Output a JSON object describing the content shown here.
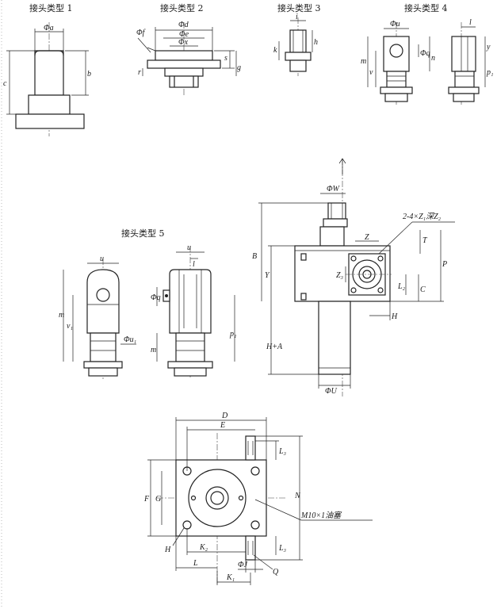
{
  "titles": {
    "type1": "接头类型 1",
    "type2": "接头类型 2",
    "type3": "接头类型 3",
    "type4": "接头类型 4",
    "type5": "接头类型 5"
  },
  "dims": {
    "t1": {
      "a": "Φa",
      "b": "b",
      "c": "c"
    },
    "t2": {
      "f": "Φf",
      "d": "Φd",
      "e": "Φe",
      "x": "Φx",
      "s": "s",
      "g": "g",
      "r": "r"
    },
    "t3": {
      "i": "i",
      "h": "h",
      "k": "k"
    },
    "t4": {
      "u": "Φu",
      "l": "l",
      "q": "Φq",
      "m": "m",
      "v": "v",
      "n": "n",
      "y": "y",
      "p": "p₁"
    },
    "t5": {
      "u": "u",
      "l": "l",
      "m": "m",
      "v": "v₁",
      "u1": "Φu₁",
      "q": "Φq",
      "p": "p₁",
      "m2": "m"
    },
    "main": {
      "W": "ΦW",
      "note": "2-4×Z₁深Z₂",
      "Z": "Z",
      "T": "T",
      "B": "B",
      "Y": "Y",
      "Z3": "Z₃",
      "P": "P",
      "L2": "L₂",
      "C": "C",
      "H": "H",
      "HA": "H+A",
      "U": "ΦU"
    },
    "bottom": {
      "D": "D",
      "E": "E",
      "L3top": "L₃",
      "F": "F",
      "G": "G",
      "N": "N",
      "oil": "M10×1油塞",
      "H": "H",
      "K2": "K₂",
      "L3bot": "L₃",
      "L": "L",
      "J": "ΦJ",
      "Q": "Q",
      "K1": "K₁"
    }
  }
}
